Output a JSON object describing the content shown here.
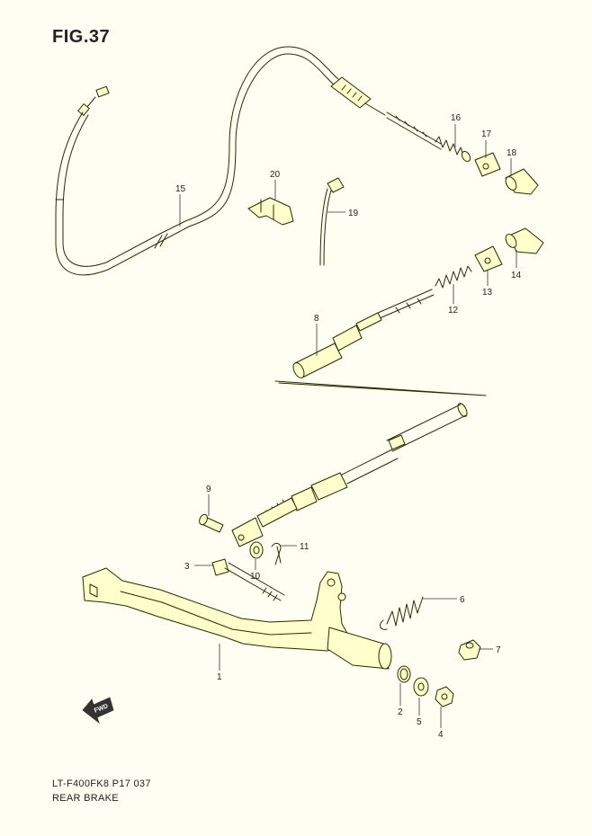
{
  "figure": {
    "title": "FIG.37",
    "code": "LT-F400FK8 P17 037",
    "subtitle": "REAR BRAKE"
  },
  "fwd_label": "FWD",
  "colors": {
    "line": "#2a2a00",
    "fill": "#ffffcc",
    "background": "#fffef2"
  },
  "callouts": [
    "1",
    "2",
    "3",
    "4",
    "5",
    "6",
    "7",
    "8",
    "9",
    "10",
    "11",
    "12",
    "13",
    "14",
    "15",
    "16",
    "17",
    "18",
    "19",
    "20"
  ]
}
